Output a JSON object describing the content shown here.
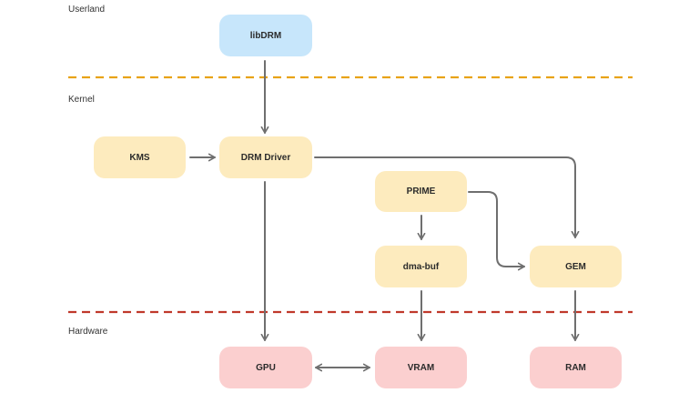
{
  "layers": {
    "userland": "Userland",
    "kernel": "Kernel",
    "hardware": "Hardware"
  },
  "nodes": {
    "libdrm": "libDRM",
    "kms": "KMS",
    "drm_driver": "DRM Driver",
    "prime": "PRIME",
    "dma_buf": "dma-buf",
    "gem": "GEM",
    "gpu": "GPU",
    "vram": "VRAM",
    "ram": "RAM"
  },
  "edges": [
    {
      "from": "libDRM",
      "to": "DRM Driver"
    },
    {
      "from": "KMS",
      "to": "DRM Driver"
    },
    {
      "from": "DRM Driver",
      "to": "GEM"
    },
    {
      "from": "DRM Driver",
      "to": "GPU"
    },
    {
      "from": "PRIME",
      "to": "dma-buf"
    },
    {
      "from": "PRIME",
      "to": "GEM"
    },
    {
      "from": "dma-buf",
      "to": "VRAM"
    },
    {
      "from": "GEM",
      "to": "RAM"
    },
    {
      "from": "GPU",
      "to": "VRAM",
      "bidirectional": true
    }
  ],
  "colors": {
    "userland_fill": "#c7e6fb",
    "kernel_fill": "#fdebbe",
    "hardware_fill": "#fbcfcf",
    "userland_kernel_divider": "#e8a317",
    "kernel_hardware_divider": "#c0392b",
    "arrow": "#6f6f6f"
  }
}
